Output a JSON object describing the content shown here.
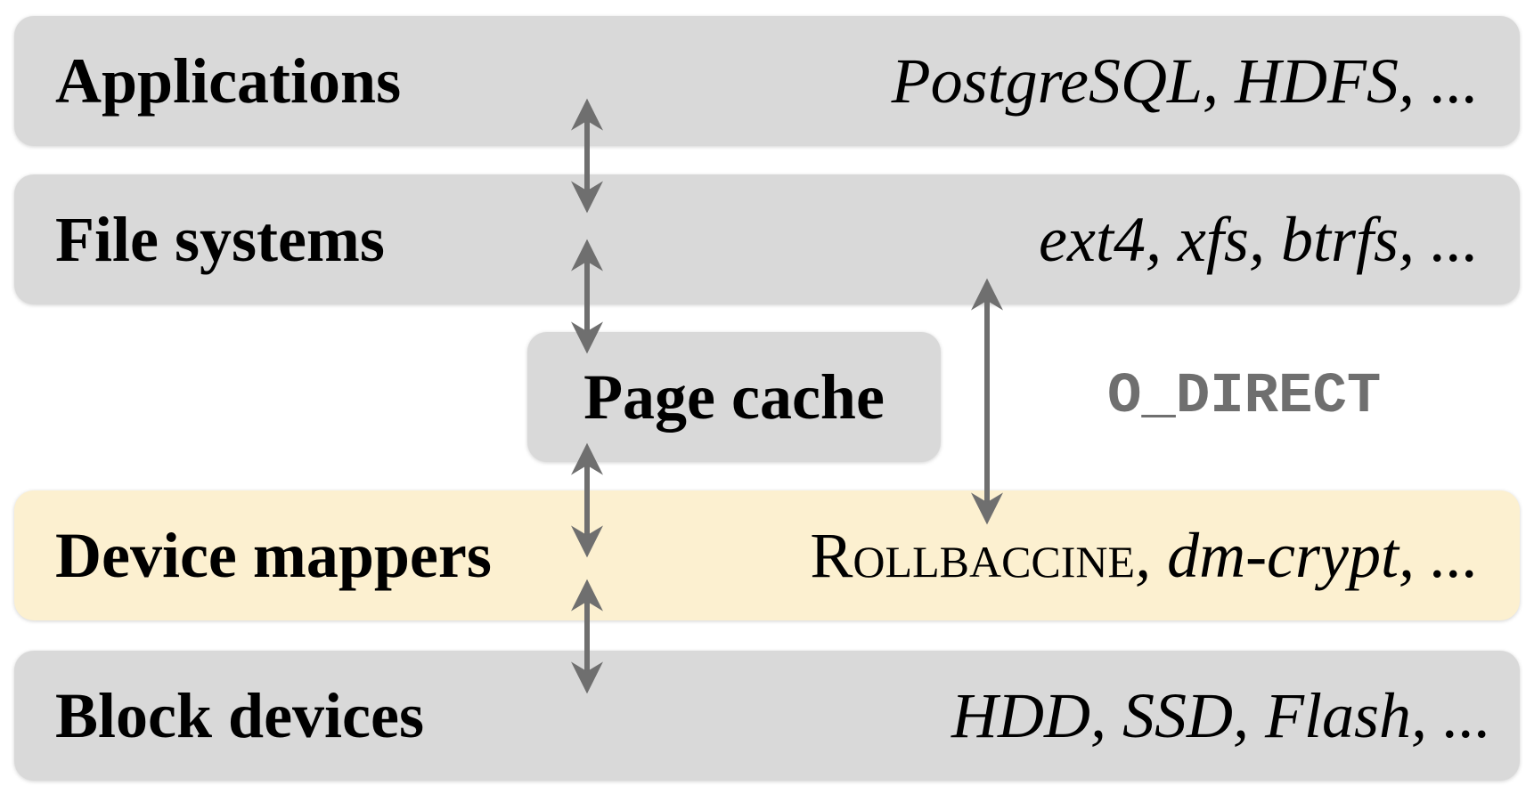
{
  "layers": {
    "applications": {
      "title": "Applications",
      "examples": "PostgreSQL, HDFS, ..."
    },
    "file_systems": {
      "title": "File systems",
      "examples": "ext4, xfs, btrfs, ..."
    },
    "device_mappers": {
      "title": "Device mappers",
      "examples_first_letter": "R",
      "examples_smallcaps": "ollbaccine",
      "examples_sep": ", ",
      "examples_rest": "dm-crypt, ..."
    },
    "block_devices": {
      "title": "Block devices",
      "examples": "HDD, SSD, Flash, ..."
    }
  },
  "page_cache": {
    "title": "Page cache"
  },
  "o_direct": {
    "label": "O_DIRECT"
  },
  "colors": {
    "layer_fill": "#d9d9d9",
    "highlight_fill": "#fcf0d0",
    "arrow": "#6f6f6f",
    "o_direct_text": "#6f6f6f"
  }
}
